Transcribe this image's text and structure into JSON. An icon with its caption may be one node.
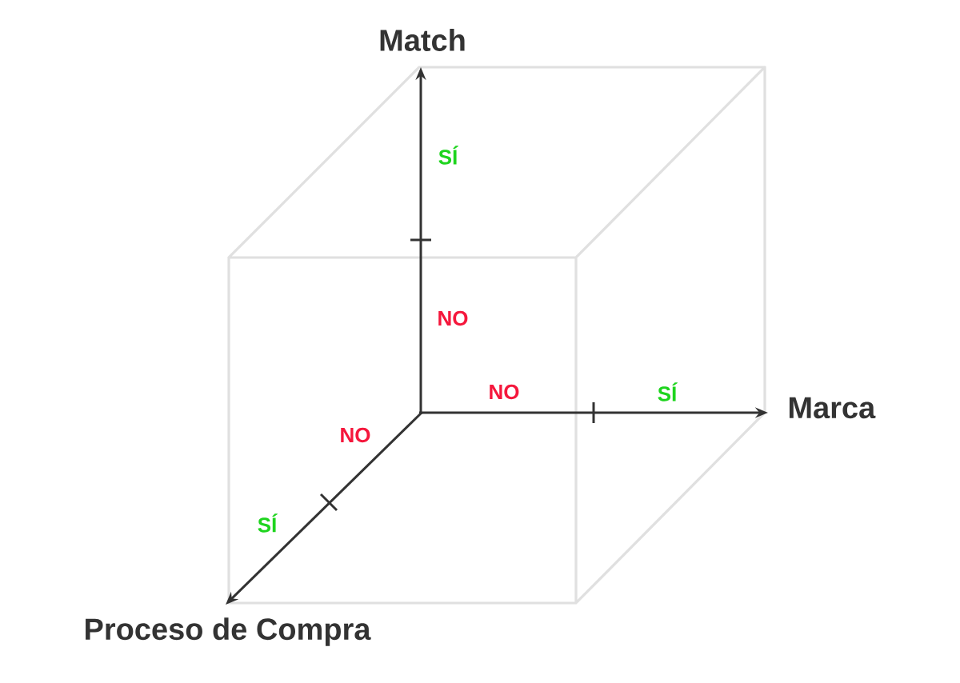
{
  "diagram": {
    "labels": [
      "Match",
      "SÍ",
      "NO",
      "NO",
      "SÍ",
      "Marca",
      "NO",
      "SÍ",
      "Proceso de Compra"
    ]
  }
}
